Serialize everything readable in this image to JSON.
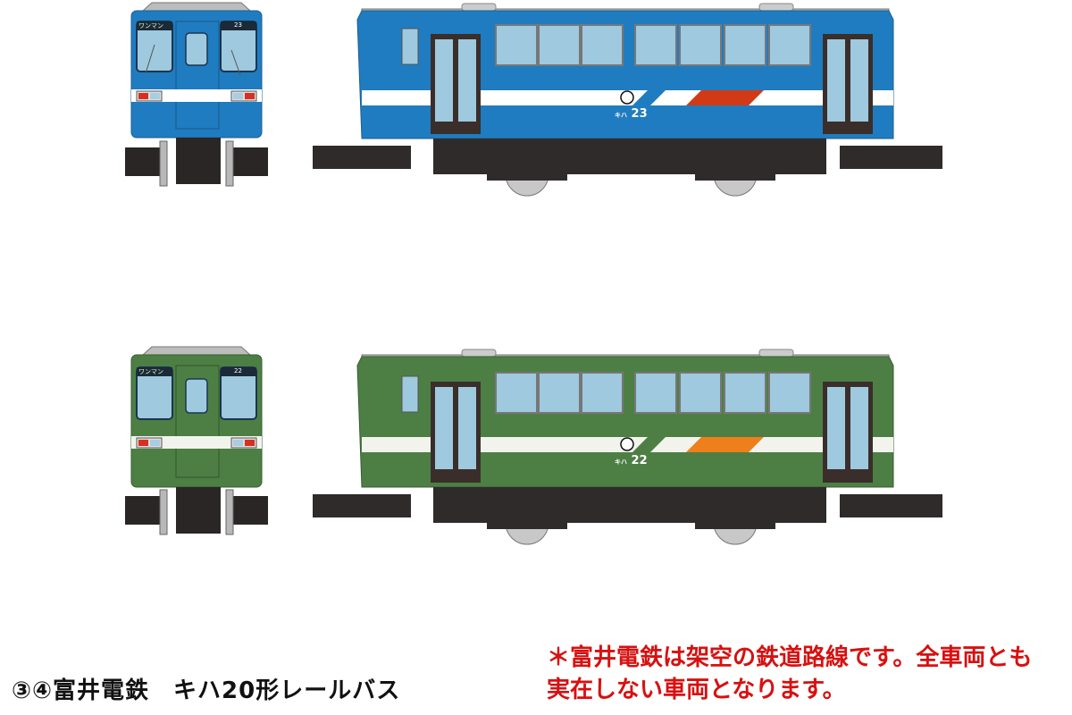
{
  "caption": "③④富井電鉄　キハ20形レールバス",
  "notice": {
    "line1": "＊富井電鉄は架空の鉄道路線です。全車両とも",
    "line2": "実在しない車両となります。"
  },
  "trains": [
    {
      "name": "blue-railbus",
      "body_color": "#1f7cc0",
      "stripe_color": "#ffffff",
      "accent_color": "#d23a16",
      "window_color": "#9fc9de",
      "front_sign_left": "ワンマン",
      "front_sign_right": "23",
      "car_label_prefix": "キハ",
      "car_number": "23"
    },
    {
      "name": "green-railbus",
      "body_color": "#4d7f45",
      "stripe_color": "#f3f3ee",
      "accent_color": "#ef7f1a",
      "window_color": "#9fc9de",
      "front_sign_left": "ワンマン",
      "front_sign_right": "22",
      "car_label_prefix": "キハ",
      "car_number": "22"
    }
  ]
}
